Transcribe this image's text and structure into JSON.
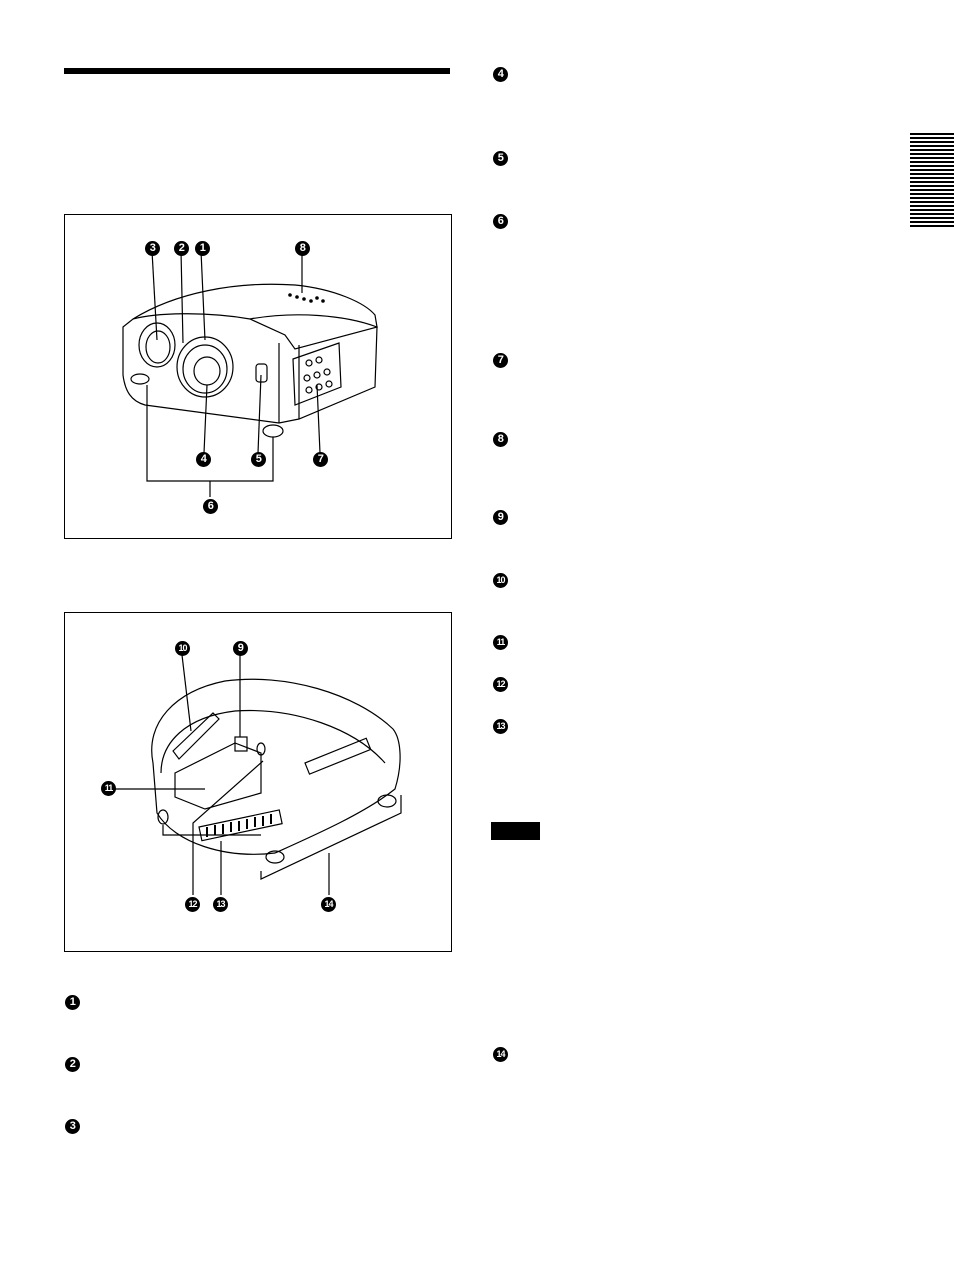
{
  "page": {
    "accent": "#000000"
  },
  "figures": {
    "front": {
      "callouts": [
        "3",
        "2",
        "1",
        "8",
        "4",
        "5",
        "7",
        "6"
      ]
    },
    "bottom": {
      "callouts": [
        "10",
        "9",
        "11",
        "12",
        "13",
        "14"
      ]
    }
  },
  "left_column_markers": [
    "1",
    "2",
    "3"
  ],
  "right_column_markers": [
    "4",
    "5",
    "6",
    "7",
    "8",
    "9",
    "10",
    "11",
    "12",
    "13",
    "14"
  ],
  "note_bar": {
    "color": "#000000"
  }
}
